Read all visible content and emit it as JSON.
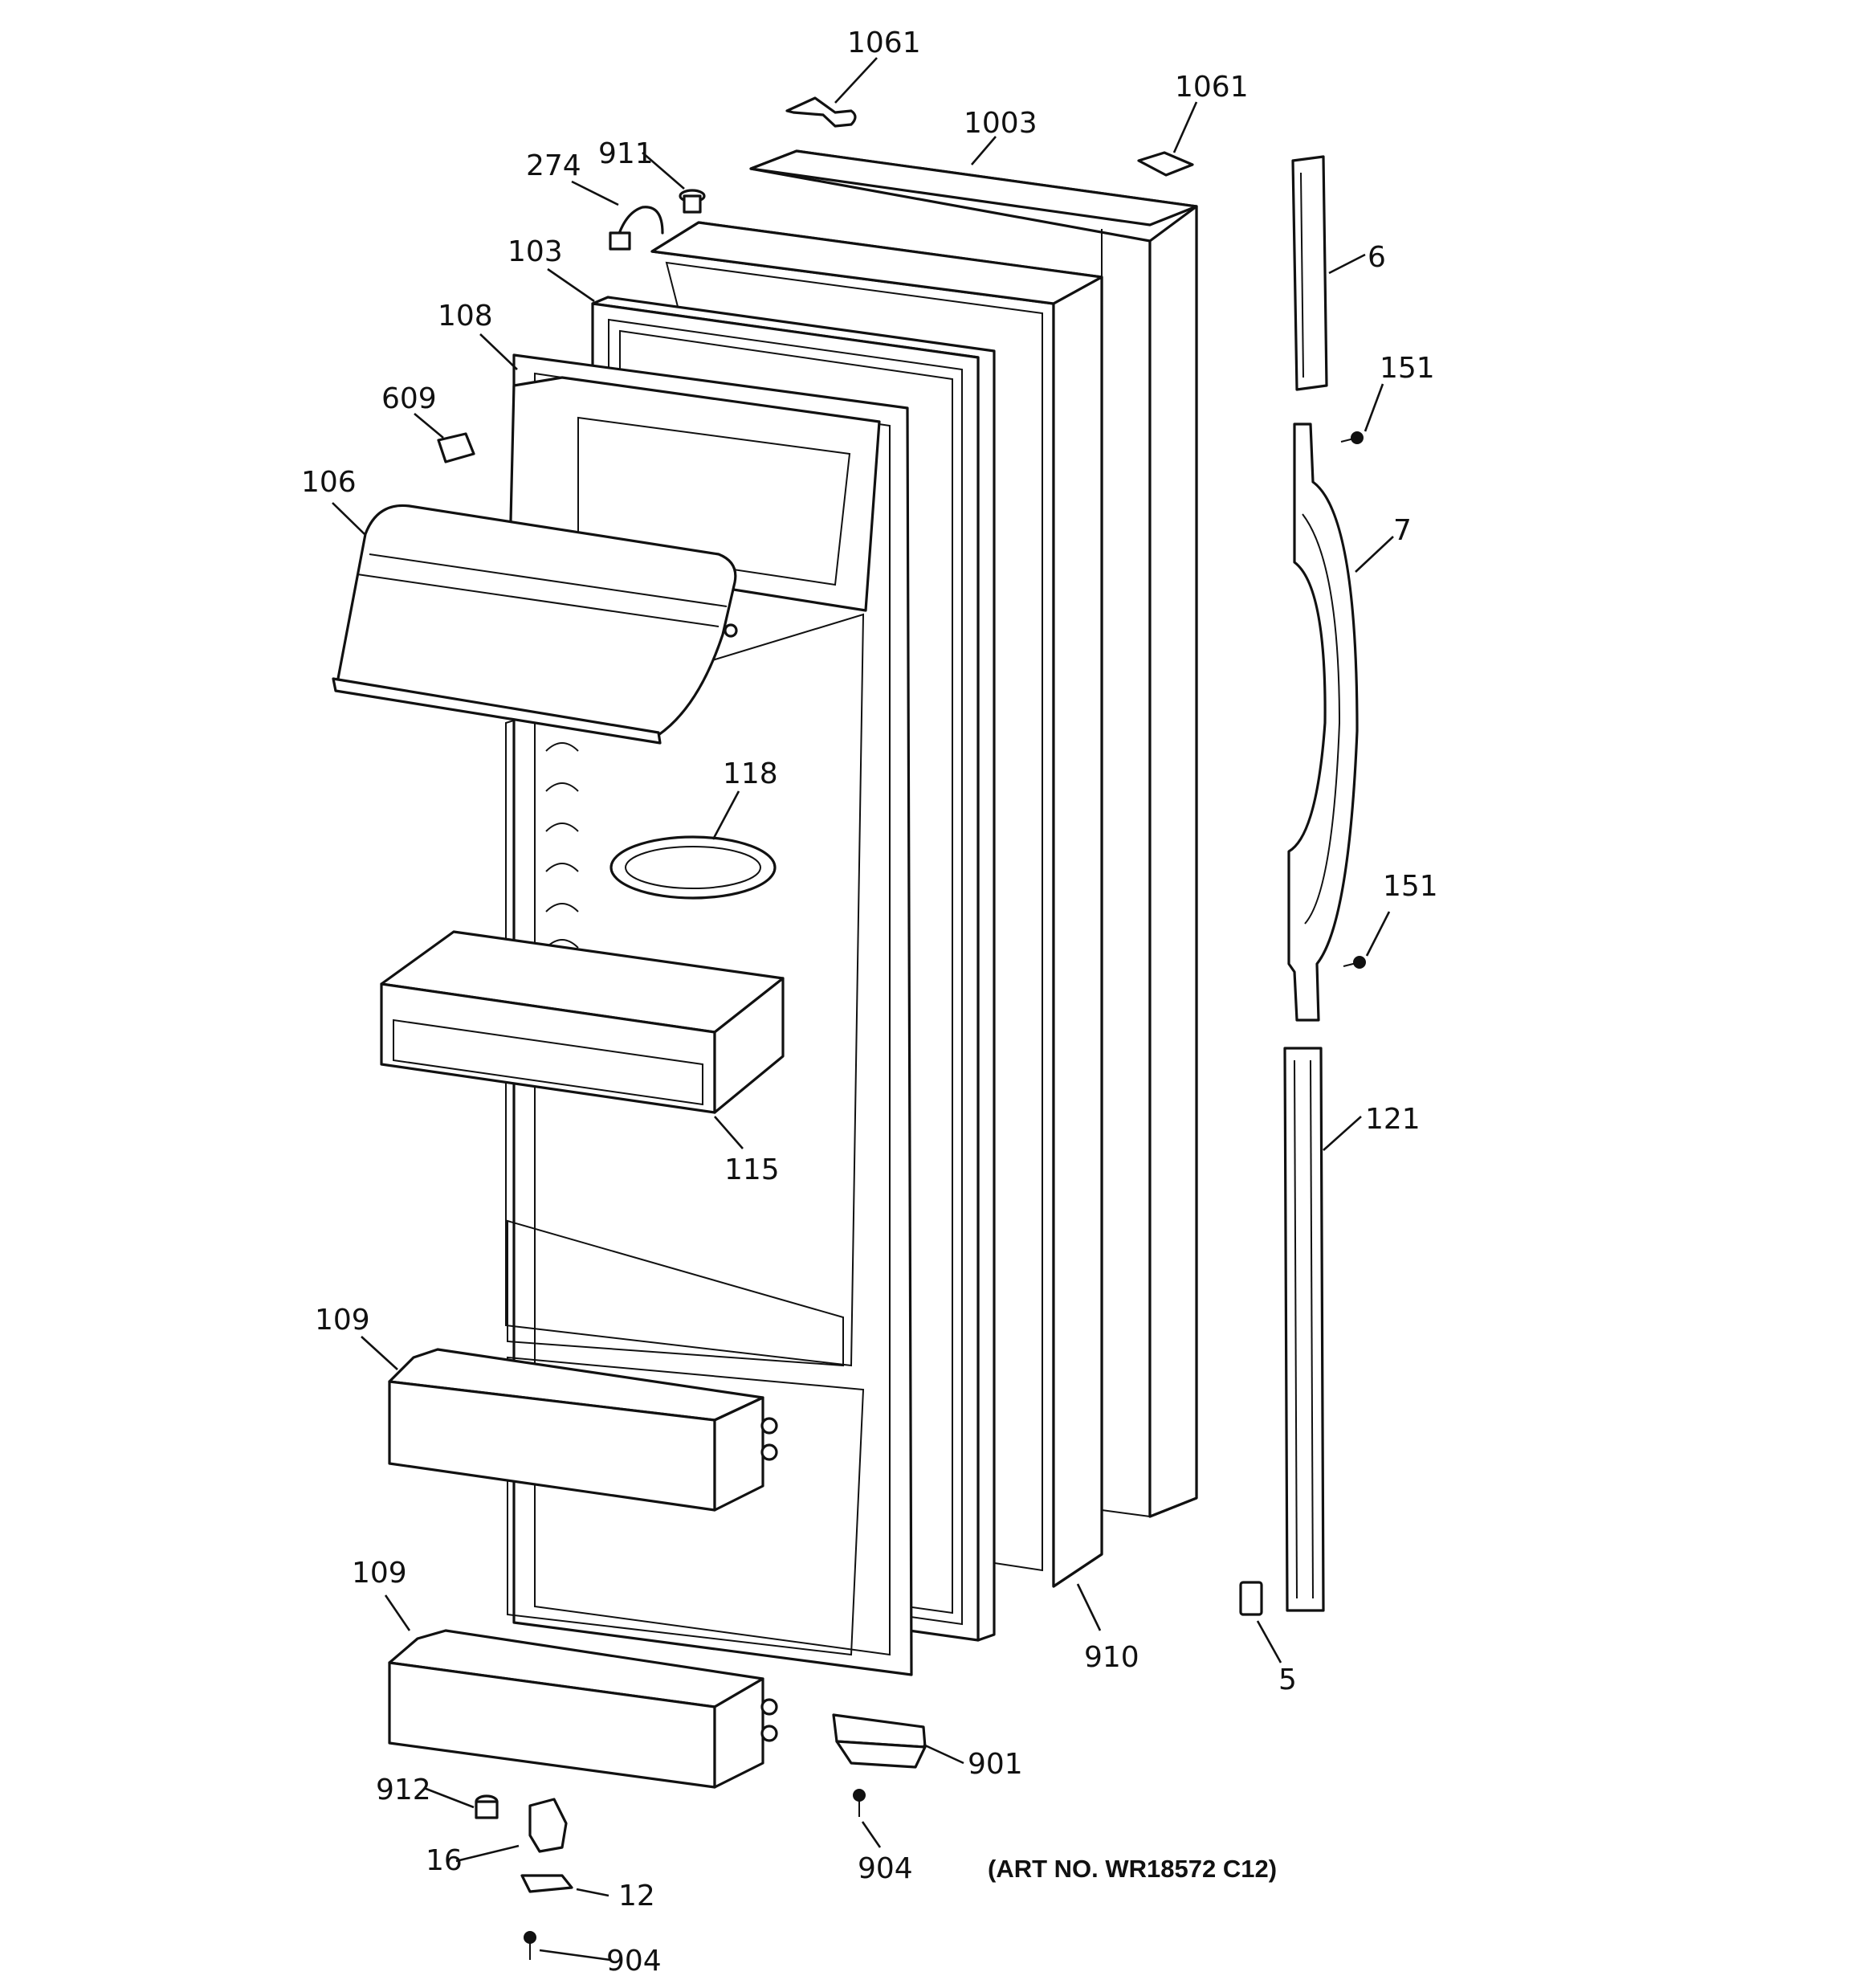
{
  "callouts": {
    "c1061a": "1061",
    "c1061b": "1061",
    "c1003": "1003",
    "c274": "274",
    "c911": "911",
    "c103": "103",
    "c108": "108",
    "c609": "609",
    "c106": "106",
    "c118": "118",
    "c115": "115",
    "c109a": "109",
    "c109b": "109",
    "c912": "912",
    "c16": "16",
    "c12": "12",
    "c904a": "904",
    "c904b": "904",
    "c901": "901",
    "c910": "910",
    "c5": "5",
    "c6": "6",
    "c151a": "151",
    "c7": "7",
    "c151b": "151",
    "c121": "121"
  },
  "art_number": "(ART NO. WR18572 C12)"
}
